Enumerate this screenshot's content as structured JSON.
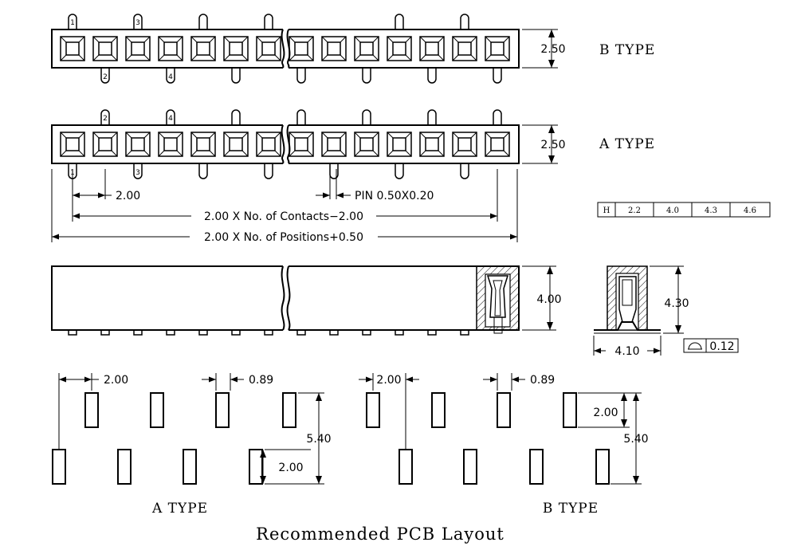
{
  "views": {
    "b_type_label": "B TYPE",
    "a_type_label": "A TYPE",
    "b_type_height": "2.50",
    "a_type_height": "2.50"
  },
  "pin_numbers": {
    "b_top": [
      "1",
      "3"
    ],
    "b_bottom": [
      "2",
      "4"
    ],
    "a_top": [
      "2",
      "4"
    ],
    "a_bottom": [
      "1",
      "3"
    ]
  },
  "dimensions": {
    "pitch": "2.00",
    "pin_size": "PIN  0.50X0.20",
    "contacts_span": "2.00  X  No.  of  Contacts−2.00",
    "positions_span": "2.00  X  No.  of  Positions+0.50",
    "side_height": "4.00",
    "end_height": "4.30",
    "end_width": "4.10",
    "flatness": "0.12"
  },
  "height_table": {
    "header": "H",
    "values": [
      "2.2",
      "4.0",
      "4.3",
      "4.6"
    ]
  },
  "pcb_layout": {
    "pitch": "2.00",
    "pad_width": "0.89",
    "row_spacing": "2.00",
    "total_length": "5.40",
    "a_type_label": "A  TYPE",
    "b_type_label": "B  TYPE",
    "caption": "Recommended  PCB  Layout"
  }
}
